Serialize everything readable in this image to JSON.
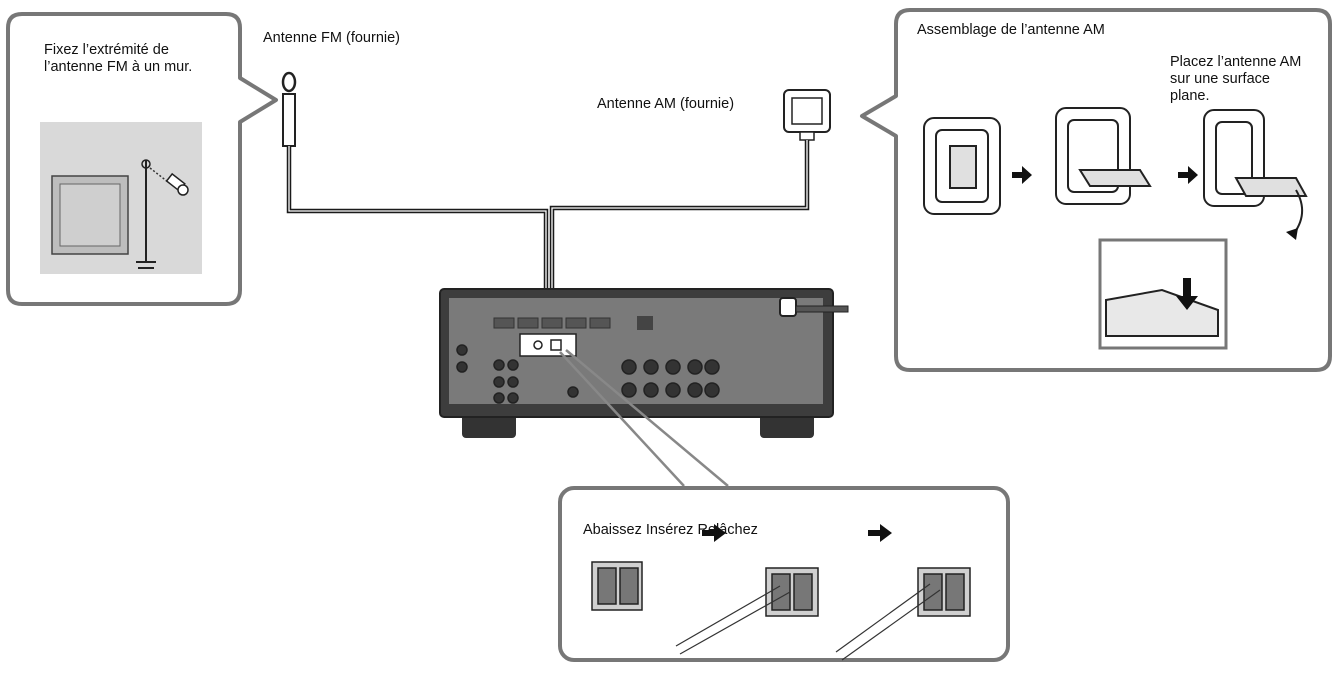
{
  "labels": {
    "fm_antenna": "Antenne FM (fournie)",
    "am_antenna": "Antenne AM (fournie)",
    "fm_callout": "Fixez l’extrémité de l’antenne FM à un mur.",
    "am_assembly_title": "Assemblage de l’antenne AM",
    "am_place_note": "Placez l’antenne AM sur une surface plane.",
    "connector_steps": "Abaissez Insérez Relâchez"
  },
  "colors": {
    "outline": "#555555",
    "callout_border": "#777777",
    "receiver_body": "#3d3d3d",
    "receiver_panel": "#7a7a7a",
    "cable": "#1a1a1a",
    "arrow": "#111111"
  },
  "icons": [
    "arrow-right-icon",
    "arrow-right-icon",
    "arrow-right-icon",
    "arrow-right-icon"
  ]
}
